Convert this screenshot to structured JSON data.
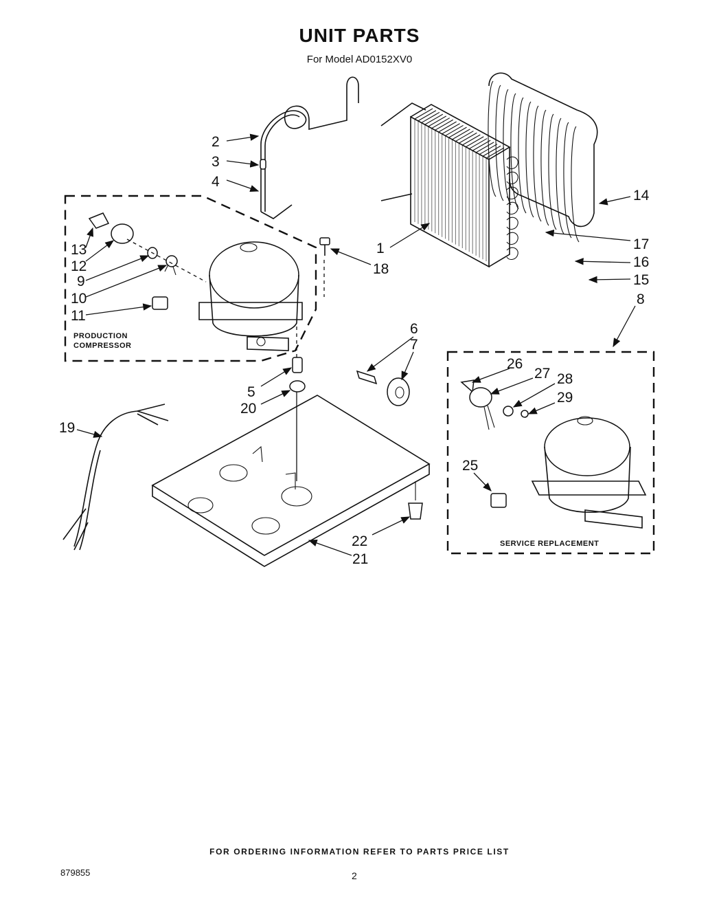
{
  "header": {
    "title": "UNIT PARTS",
    "subtitle": "For Model AD0152XV0"
  },
  "boxes": {
    "production_label_line1": "PRODUCTION",
    "production_label_line2": "COMPRESSOR",
    "service_label": "SERVICE REPLACEMENT"
  },
  "callouts": {
    "c1": "1",
    "c2": "2",
    "c3": "3",
    "c4": "4",
    "c5": "5",
    "c6": "6",
    "c7": "7",
    "c8": "8",
    "c9": "9",
    "c10": "10",
    "c11": "11",
    "c12": "12",
    "c13": "13",
    "c14": "14",
    "c15": "15",
    "c16": "16",
    "c17": "17",
    "c18": "18",
    "c19": "19",
    "c20": "20",
    "c21": "21",
    "c22": "22",
    "c25": "25",
    "c26": "26",
    "c27": "27",
    "c28": "28",
    "c29": "29"
  },
  "footer": {
    "ordering_note": "FOR ORDERING INFORMATION REFER TO PARTS PRICE LIST",
    "doc_number": "879855",
    "page_number": "2"
  }
}
